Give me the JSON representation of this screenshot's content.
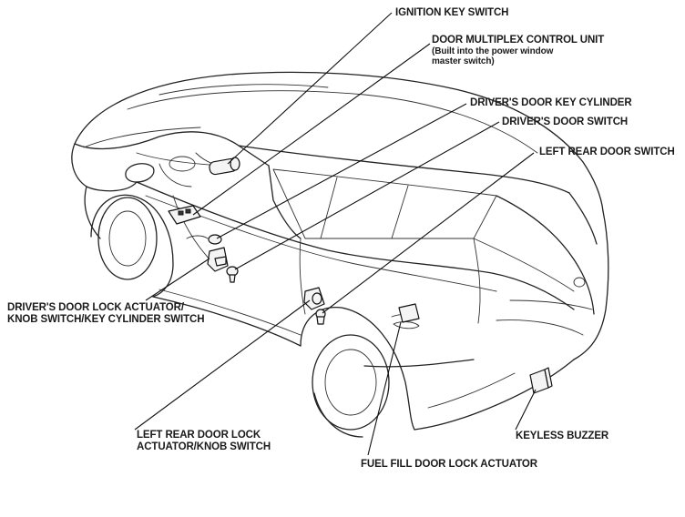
{
  "labels": {
    "ignition_key_switch": "IGNITION KEY SWITCH",
    "door_multiplex_line1": "DOOR MULTIPLEX CONTROL UNIT",
    "door_multiplex_line2": "(Built into the power window",
    "door_multiplex_line3": "master switch)",
    "drivers_door_key_cylinder": "DRIVER'S DOOR KEY CYLINDER",
    "drivers_door_switch": "DRIVER'S DOOR SWITCH",
    "left_rear_door_switch": "LEFT REAR DOOR SWITCH",
    "drivers_door_lock_actuator_line1": "DRIVER'S DOOR LOCK ACTUATOR/",
    "drivers_door_lock_actuator_line2": "KNOB SWITCH/KEY CYLINDER SWITCH",
    "left_rear_door_lock_actuator_line1": "LEFT REAR DOOR LOCK",
    "left_rear_door_lock_actuator_line2": "ACTUATOR/KNOB SWITCH",
    "keyless_buzzer": "KEYLESS BUZZER",
    "fuel_fill_door_lock_actuator": "FUEL FILL DOOR LOCK ACTUATOR"
  }
}
